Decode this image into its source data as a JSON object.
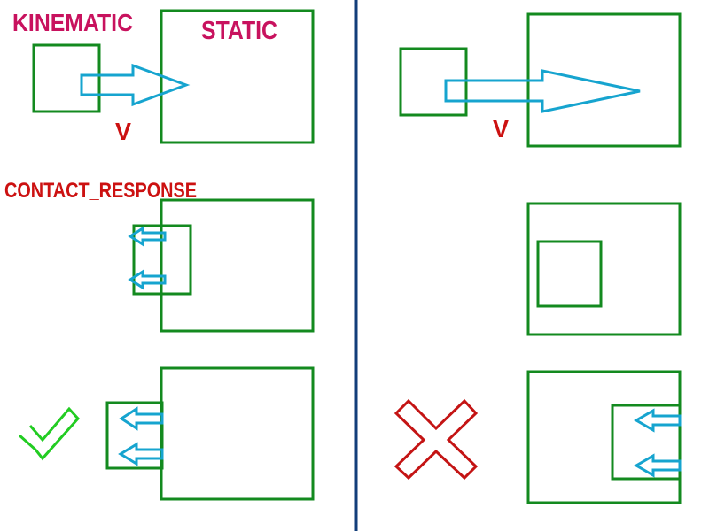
{
  "labels": {
    "kinematic": "KINEMATIC",
    "static": "STATIC",
    "velocity_left": "V",
    "velocity_right": "V",
    "contact_response": "CONTACT_RESPONSE"
  },
  "colors": {
    "box": "#138a1f",
    "arrow": "#16a4cf",
    "kinematic_label": "#c8125e",
    "static_label": "#c8125e",
    "red_label": "#cc1111",
    "divider": "#123e7a",
    "check": "#22cc22",
    "cross": "#c41414"
  },
  "icons": {
    "valid": "check-mark-icon",
    "invalid": "cross-mark-icon"
  }
}
